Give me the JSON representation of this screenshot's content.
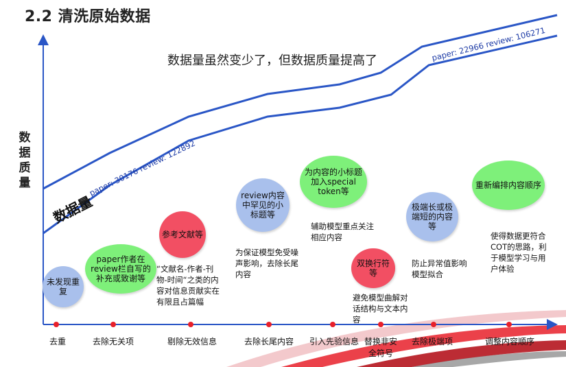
{
  "slide": {
    "title": "2.2 清洗原始数据",
    "headline": "数据量虽然变少了，但数据质量提高了",
    "y_axis_label": "数据质量",
    "line_label": "数据量",
    "start_label": "paper: 30176 review: 122892",
    "end_label": "paper: 22966 review: 106271"
  },
  "steps": [
    {
      "label": "去重",
      "bubble": "未发现重复",
      "note": "",
      "color": "#a9c0ec"
    },
    {
      "label": "去除无关项",
      "bubble": "paper作者在review栏自写的补充或致谢等",
      "note": "",
      "color": "#7ef07a"
    },
    {
      "label": "剔除无效信息",
      "bubble": "参考文献等",
      "note": "“文献名-作者-刊物-时间“之类的内容对信息贡献实在有限且占篇幅",
      "color": "#f24f63"
    },
    {
      "label": "去除长尾内容",
      "bubble": "review内容中罕见的小标题等",
      "note": "为保证模型免受噪声影响，去除长尾内容",
      "color": "#a9c0ec"
    },
    {
      "label": "引入先验信息",
      "bubble": "为内容的小标题加入special token等",
      "note": "辅助模型重点关注相应内容",
      "color": "#7ef07a"
    },
    {
      "label": "替换非安全符号",
      "bubble": "双换行符等",
      "note": "避免模型曲解对话结构与文本内容",
      "color": "#f24f63"
    },
    {
      "label": "去除极端项",
      "bubble": "极端长或极端短的内容等",
      "note": "防止异常值影响模型拟合",
      "color": "#a9c0ec"
    },
    {
      "label": "调整内容顺序",
      "bubble": "重新编排内容顺序",
      "note": "使得数据更符合COT的思路，利于模型学习与用户体验",
      "color": "#7ef07a"
    }
  ],
  "colors": {
    "axis": "#2a56c6",
    "marker": "#e8202a",
    "line": "#2a56c6"
  }
}
